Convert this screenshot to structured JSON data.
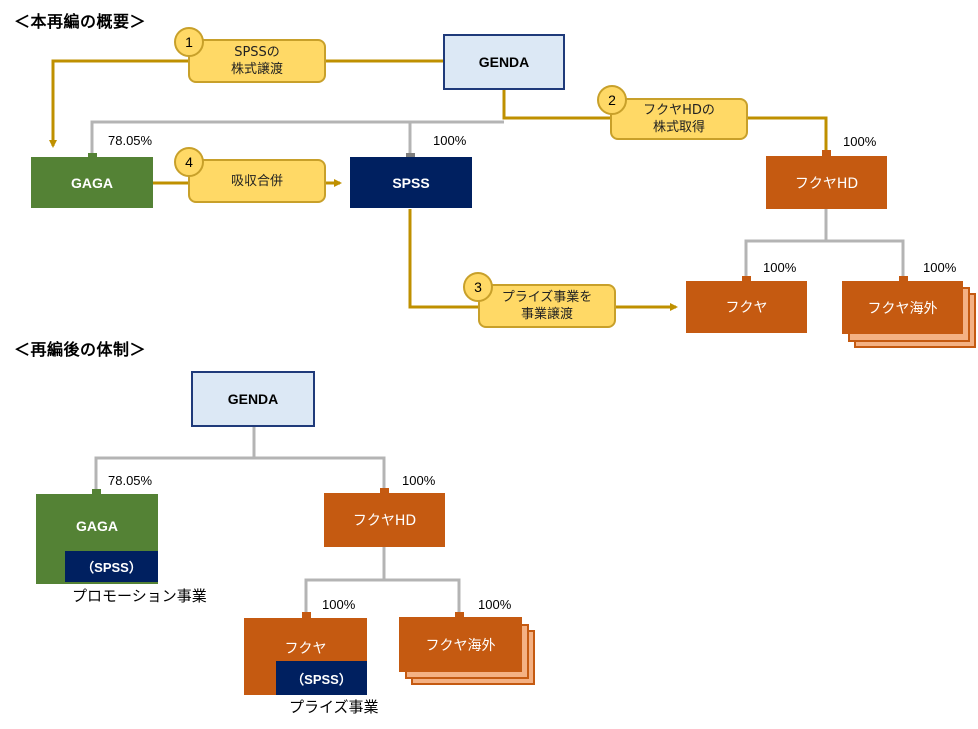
{
  "overview": {
    "heading": "＜本再編の概要＞",
    "entities": {
      "genda": "GENDA",
      "gaga": "GAGA",
      "spss": "SPSS",
      "fukuya_hd": "フクヤHD",
      "fukuya": "フクヤ",
      "fukuya_overseas": "フクヤ海外"
    },
    "ownership": {
      "gaga": "78.05%",
      "spss": "100%",
      "fukuya_hd": "100%",
      "fukuya": "100%",
      "fukuya_overseas": "100%"
    },
    "steps": [
      {
        "number": "1",
        "line1": "SPSSの",
        "line2": "株式譲渡"
      },
      {
        "number": "2",
        "line1": "フクヤHDの",
        "line2": "株式取得"
      },
      {
        "number": "3",
        "line1": "プライズ事業を",
        "line2": "事業譲渡"
      },
      {
        "number": "4",
        "line1": "吸収合併",
        "line2": ""
      }
    ]
  },
  "after": {
    "heading": "＜再編後の体制＞",
    "entities": {
      "genda": "GENDA",
      "gaga": "GAGA",
      "gaga_sub": "（SPSS）",
      "fukuya_hd": "フクヤHD",
      "fukuya": "フクヤ",
      "fukuya_sub": "（SPSS）",
      "fukuya_overseas": "フクヤ海外"
    },
    "ownership": {
      "gaga": "78.05%",
      "fukuya_hd": "100%",
      "fukuya": "100%",
      "fukuya_overseas": "100%"
    },
    "captions": {
      "gaga": "プロモーション事業",
      "fukuya": "プライズ事業"
    }
  },
  "colors": {
    "genda": "#dce8f5",
    "gaga": "#548235",
    "spss": "#002060",
    "fukuya": "#c55a11",
    "step": "#ffd966",
    "flow_line": "#bf9000",
    "ownership_line": "#b4b4b4"
  }
}
